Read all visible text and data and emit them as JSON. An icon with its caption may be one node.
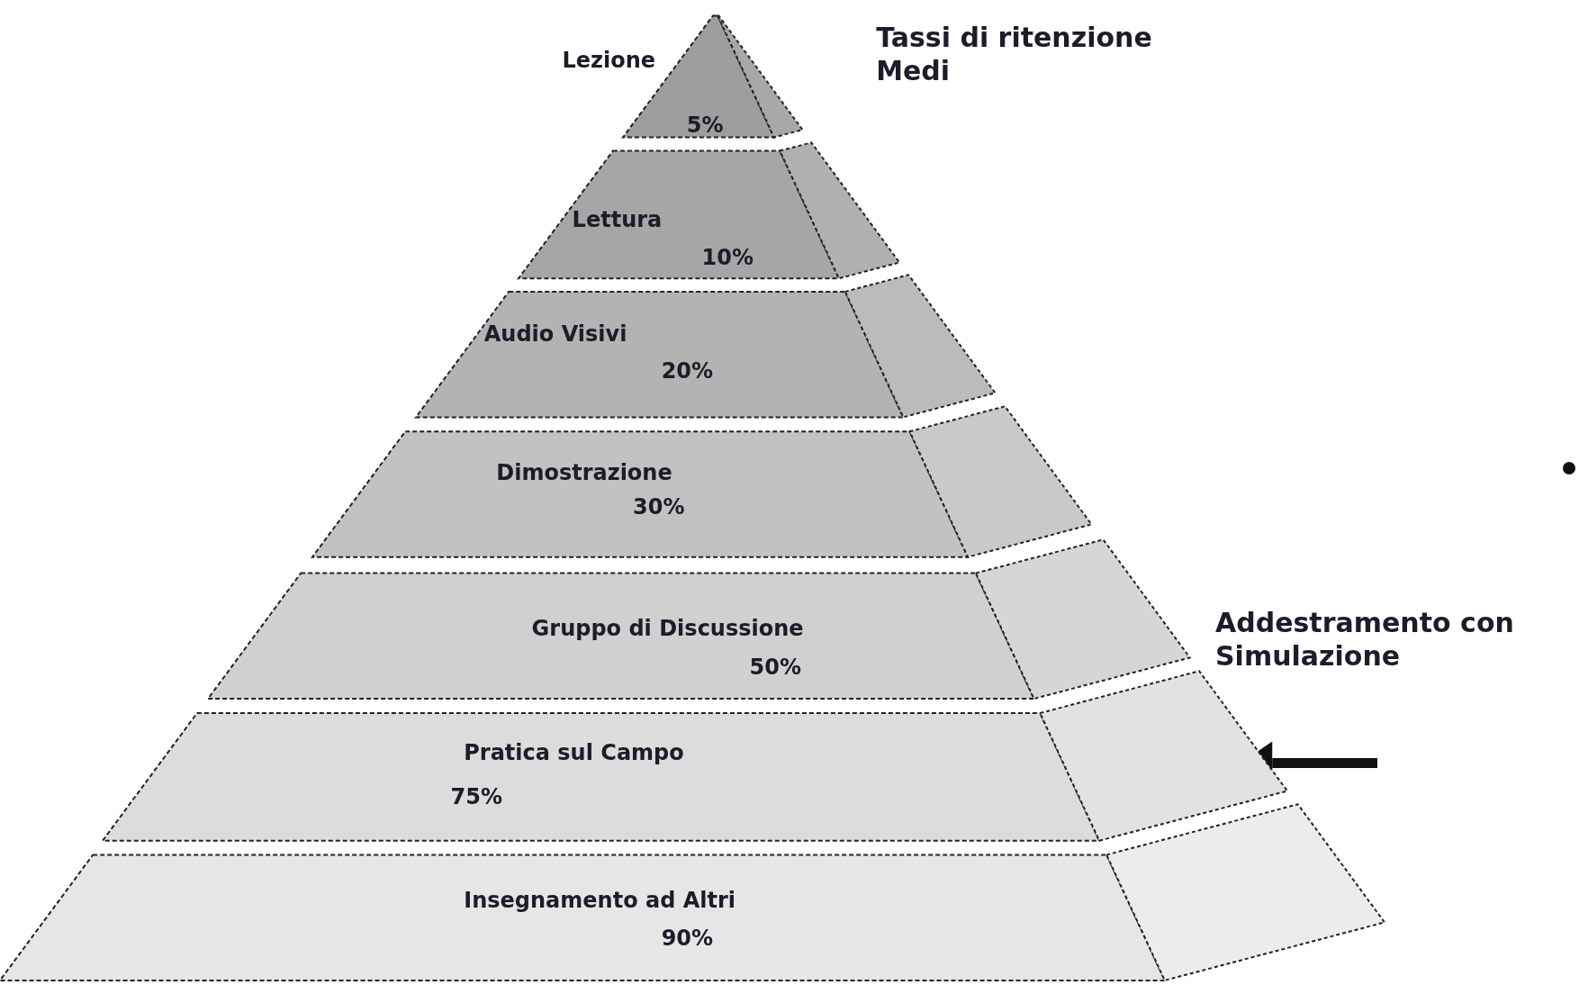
{
  "diagram": {
    "title": "Tassi di ritenzione Medi",
    "nodes": [
      {
        "text": [
          "Lezione",
          "5%"
        ]
      },
      {
        "text": [
          "Lettura",
          "10%"
        ]
      },
      {
        "text": [
          "Audio Visivi",
          "20%"
        ]
      },
      {
        "text": [
          "Dimostrazione",
          "30%"
        ]
      },
      {
        "text": [
          "Gruppo di Discussione",
          "50%"
        ]
      },
      {
        "text": [
          "Pratica sul Campo",
          "75%"
        ]
      },
      {
        "text": [
          "Insegnamento ad Altri",
          "90%"
        ]
      }
    ],
    "edges": [
      {
        "from": null,
        "to": 5,
        "arrow": "to"
      }
    ],
    "labels": [
      "Addestramento con Simulazione"
    ]
  }
}
